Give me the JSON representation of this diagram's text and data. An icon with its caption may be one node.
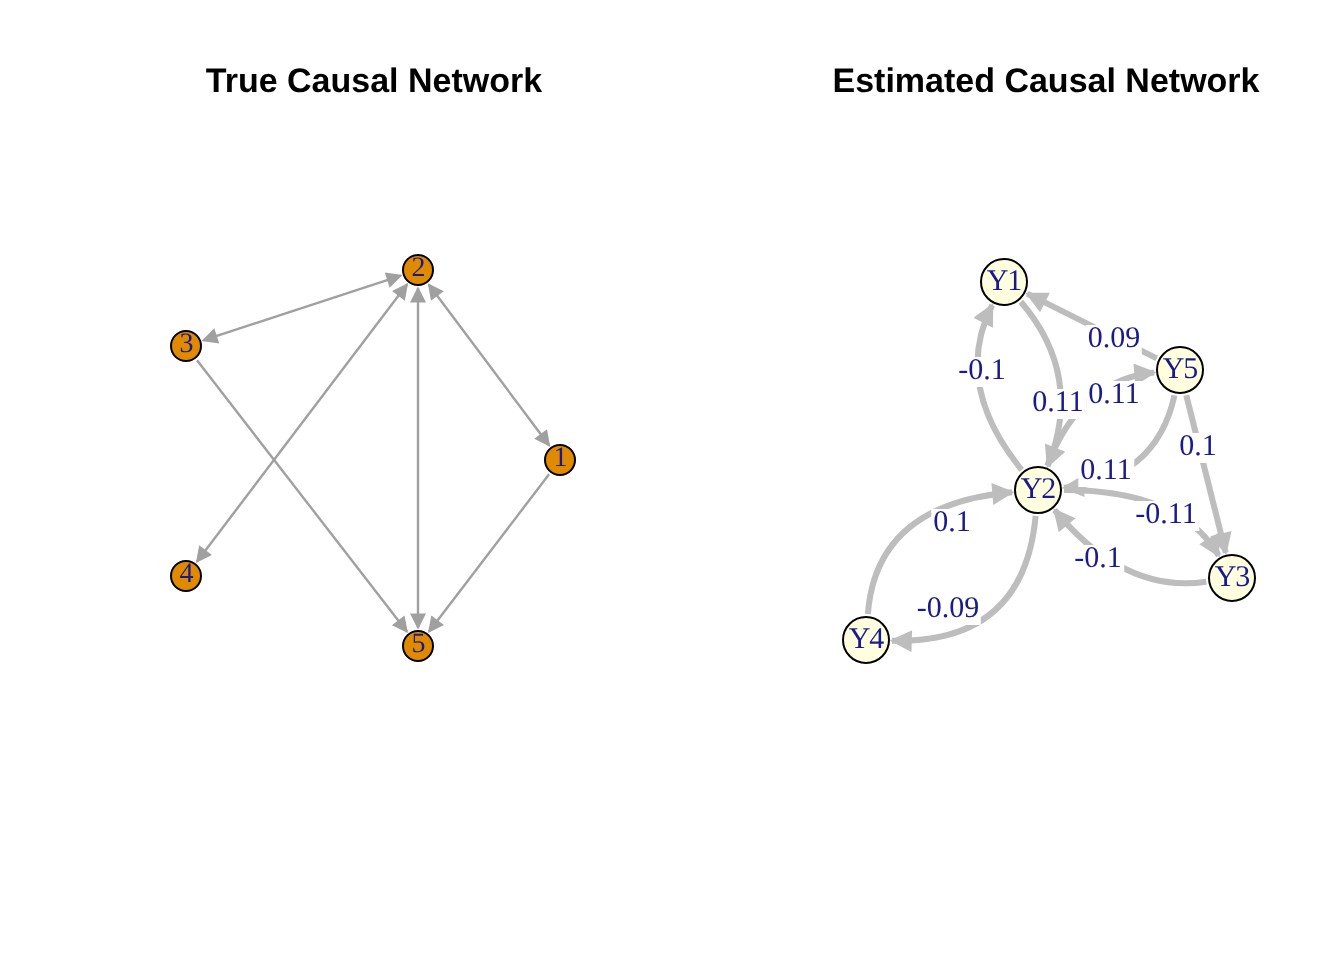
{
  "diagram": {
    "nodes": [
      {
        "text": [
          "1"
        ]
      },
      {
        "text": [
          "2"
        ]
      },
      {
        "text": [
          "3"
        ]
      },
      {
        "text": [
          "4"
        ]
      },
      {
        "text": [
          "5"
        ]
      },
      {
        "text": [
          "Y1"
        ]
      },
      {
        "text": [
          "Y2"
        ]
      },
      {
        "text": [
          "Y3"
        ]
      },
      {
        "text": [
          "Y4"
        ]
      },
      {
        "text": [
          "Y5"
        ]
      }
    ],
    "edges": [
      {
        "from": 1,
        "to": 2,
        "arrow": "both",
        "color": "#a0a0a0"
      },
      {
        "from": 1,
        "to": 3,
        "arrow": "both",
        "color": "#a0a0a0"
      },
      {
        "from": 1,
        "to": 4,
        "arrow": "both",
        "color": "#a0a0a0"
      },
      {
        "from": 1,
        "to": 0,
        "arrow": "both",
        "color": "#a0a0a0"
      },
      {
        "from": 2,
        "to": 4,
        "arrow": "to",
        "color": "#a0a0a0"
      },
      {
        "from": 0,
        "to": 4,
        "arrow": "to",
        "color": "#a0a0a0"
      },
      {
        "from": 9,
        "to": 5,
        "arrow": "to",
        "label": "0.09"
      },
      {
        "from": 6,
        "to": 5,
        "arrow": "to",
        "label": "-0.1"
      },
      {
        "from": 5,
        "to": 6,
        "arrow": "to",
        "label": "0.11"
      },
      {
        "from": 6,
        "to": 9,
        "arrow": "to",
        "label": "0.11"
      },
      {
        "from": 9,
        "to": 6,
        "arrow": "to",
        "label": "0.11"
      },
      {
        "from": 9,
        "to": 7,
        "arrow": "to",
        "label": "0.1"
      },
      {
        "from": 6,
        "to": 7,
        "arrow": "to",
        "label": "-0.11"
      },
      {
        "from": 7,
        "to": 6,
        "arrow": "to",
        "label": "-0.1"
      },
      {
        "from": 8,
        "to": 6,
        "arrow": "to",
        "label": "0.1"
      },
      {
        "from": 6,
        "to": 8,
        "arrow": "to",
        "label": "-0.09"
      }
    ],
    "labels": [
      "True Causal Network",
      "Estimated Causal Network"
    ]
  }
}
